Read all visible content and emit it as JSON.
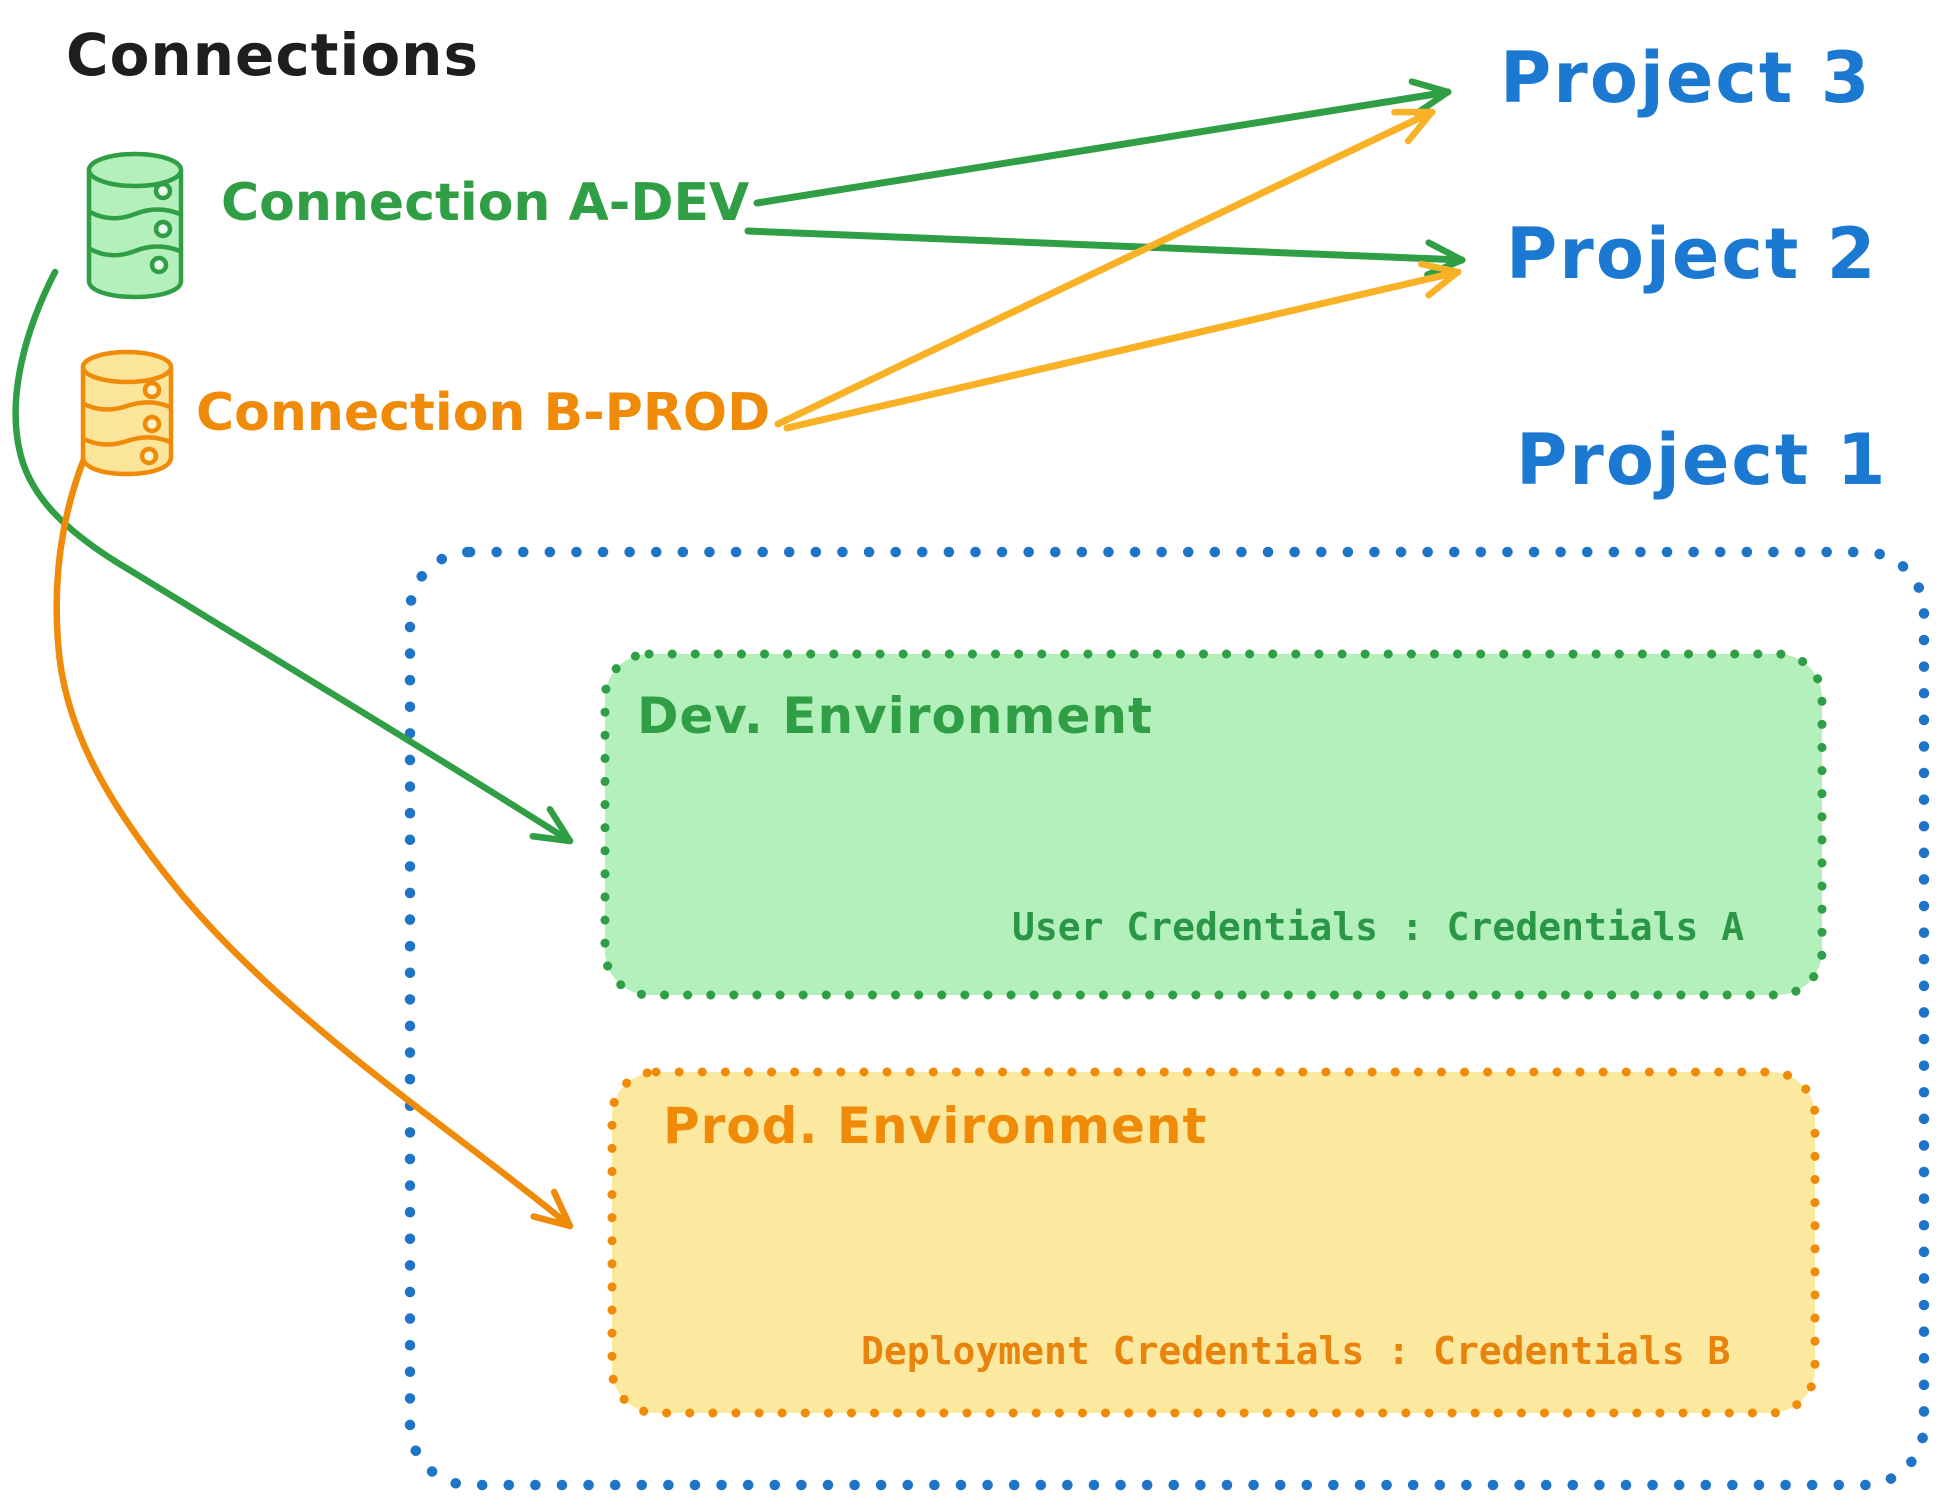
{
  "title": "Connections",
  "colors": {
    "ink": "#1e1e1e",
    "green_stroke": "#2f9e44",
    "green_fill": "#b4f0bc",
    "orange_stroke": "#ef8b09",
    "orange_arrow": "#f9b125",
    "orange_fill": "#fce9a0",
    "blue_border": "#1f74c7",
    "blue_text": "#1c79d2"
  },
  "connections": [
    {
      "label": "Connection A-DEV",
      "icon": "database-cylinder-icon",
      "color": "#2f9e44"
    },
    {
      "label": "Connection B-PROD",
      "icon": "database-cylinder-icon",
      "color": "#ef8b09"
    }
  ],
  "projects": [
    {
      "label": "Project 3"
    },
    {
      "label": "Project 2"
    },
    {
      "label": "Project 1"
    }
  ],
  "project1_detail": {
    "environments": [
      {
        "title": "Dev. Environment",
        "credentials": "User Credentials : Credentials A"
      },
      {
        "title": "Prod. Environment",
        "credentials": "Deployment Credentials : Credentials B"
      }
    ]
  },
  "edges": [
    {
      "from": "Connection A-DEV",
      "to": "Project 3",
      "color": "green"
    },
    {
      "from": "Connection A-DEV",
      "to": "Project 2",
      "color": "green"
    },
    {
      "from": "Connection B-PROD",
      "to": "Project 3",
      "color": "orange"
    },
    {
      "from": "Connection B-PROD",
      "to": "Project 2",
      "color": "orange"
    },
    {
      "from": "Connection A-DEV",
      "to": "Dev. Environment (Project 1)",
      "color": "green"
    },
    {
      "from": "Connection B-PROD",
      "to": "Prod. Environment (Project 1)",
      "color": "orange"
    }
  ]
}
